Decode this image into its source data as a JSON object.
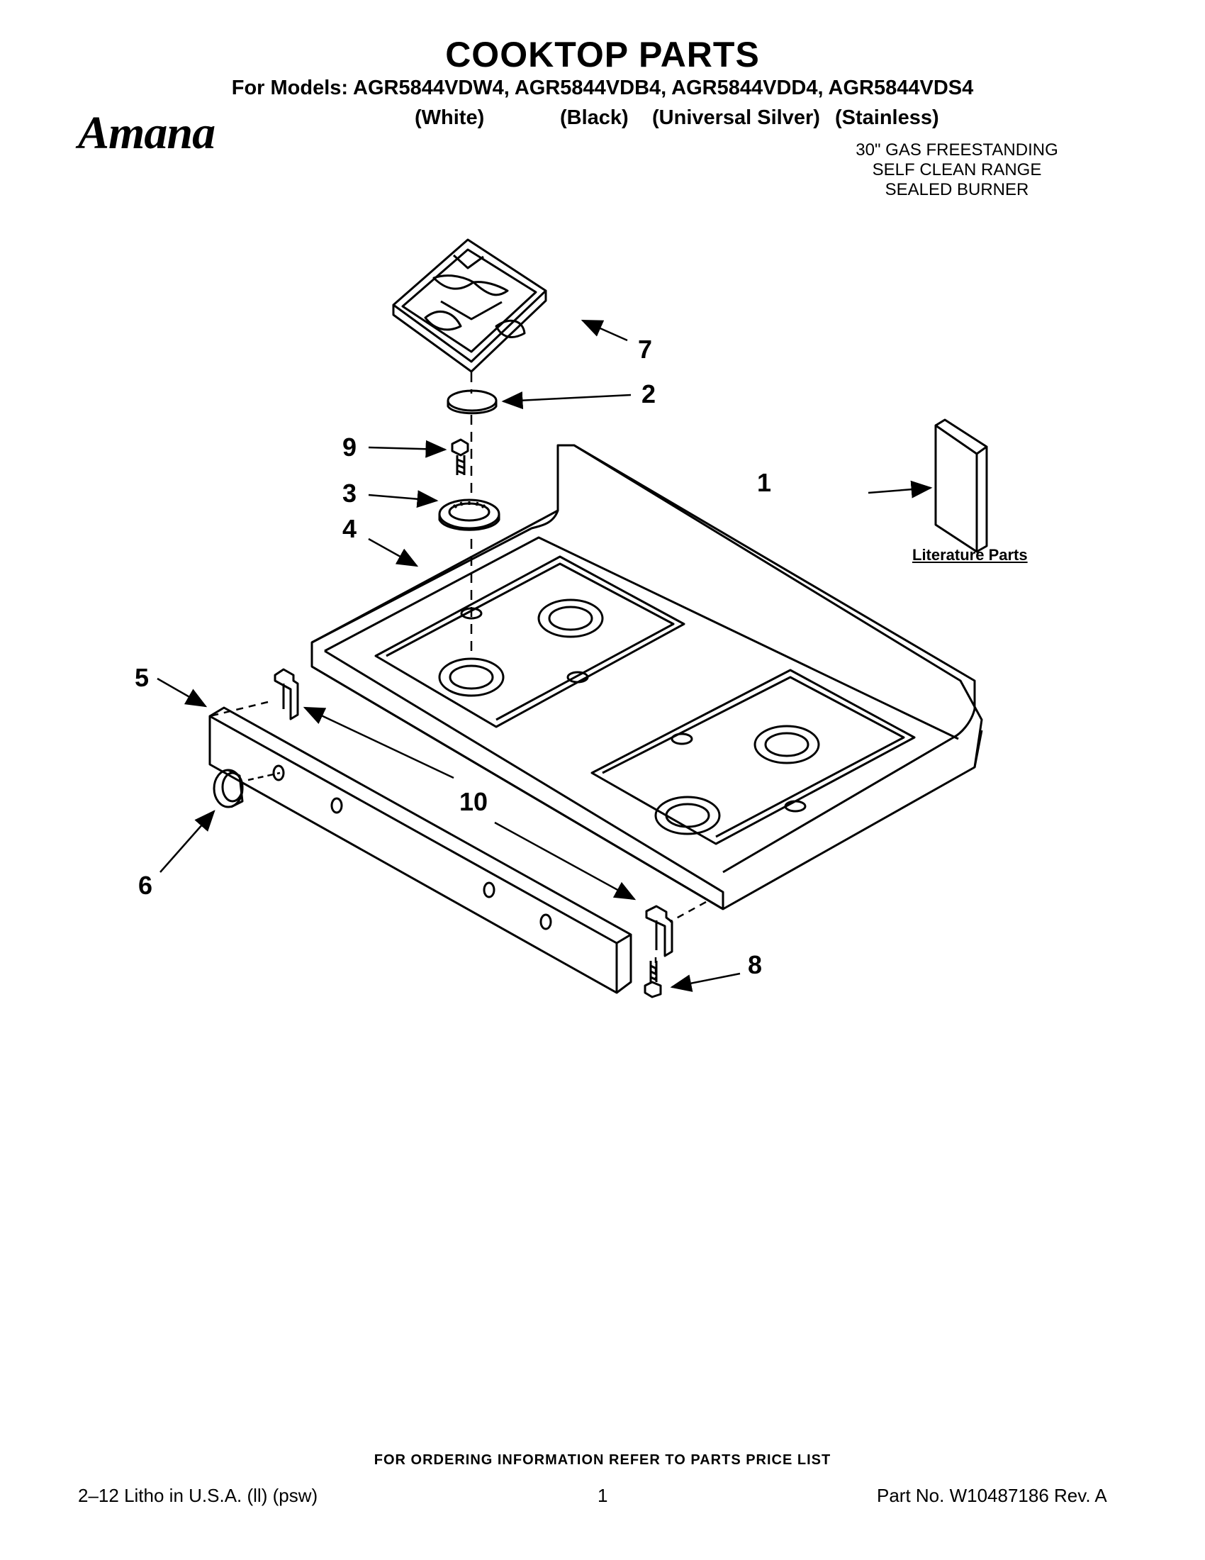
{
  "header": {
    "title": "COOKTOP PARTS",
    "models_line": "For Models: AGR5844VDW4, AGR5844VDB4, AGR5844VDD4, AGR5844VDS4",
    "colors": [
      "(White)",
      "(Black)",
      "(Universal Silver)",
      "(Stainless)"
    ],
    "brand": "Amana",
    "description": [
      "30\" GAS FREESTANDING",
      "SELF CLEAN RANGE",
      "SEALED BURNER"
    ]
  },
  "diagram": {
    "literature_label": "Literature Parts",
    "callouts": [
      "1",
      "2",
      "3",
      "4",
      "5",
      "6",
      "7",
      "8",
      "9",
      "10"
    ]
  },
  "footer": {
    "ordering_note": "FOR ORDERING INFORMATION REFER TO PARTS PRICE LIST",
    "litho": "2–12 Litho in U.S.A. (ll) (psw)",
    "page_number": "1",
    "part_number": "Part No. W10487186 Rev. A"
  }
}
